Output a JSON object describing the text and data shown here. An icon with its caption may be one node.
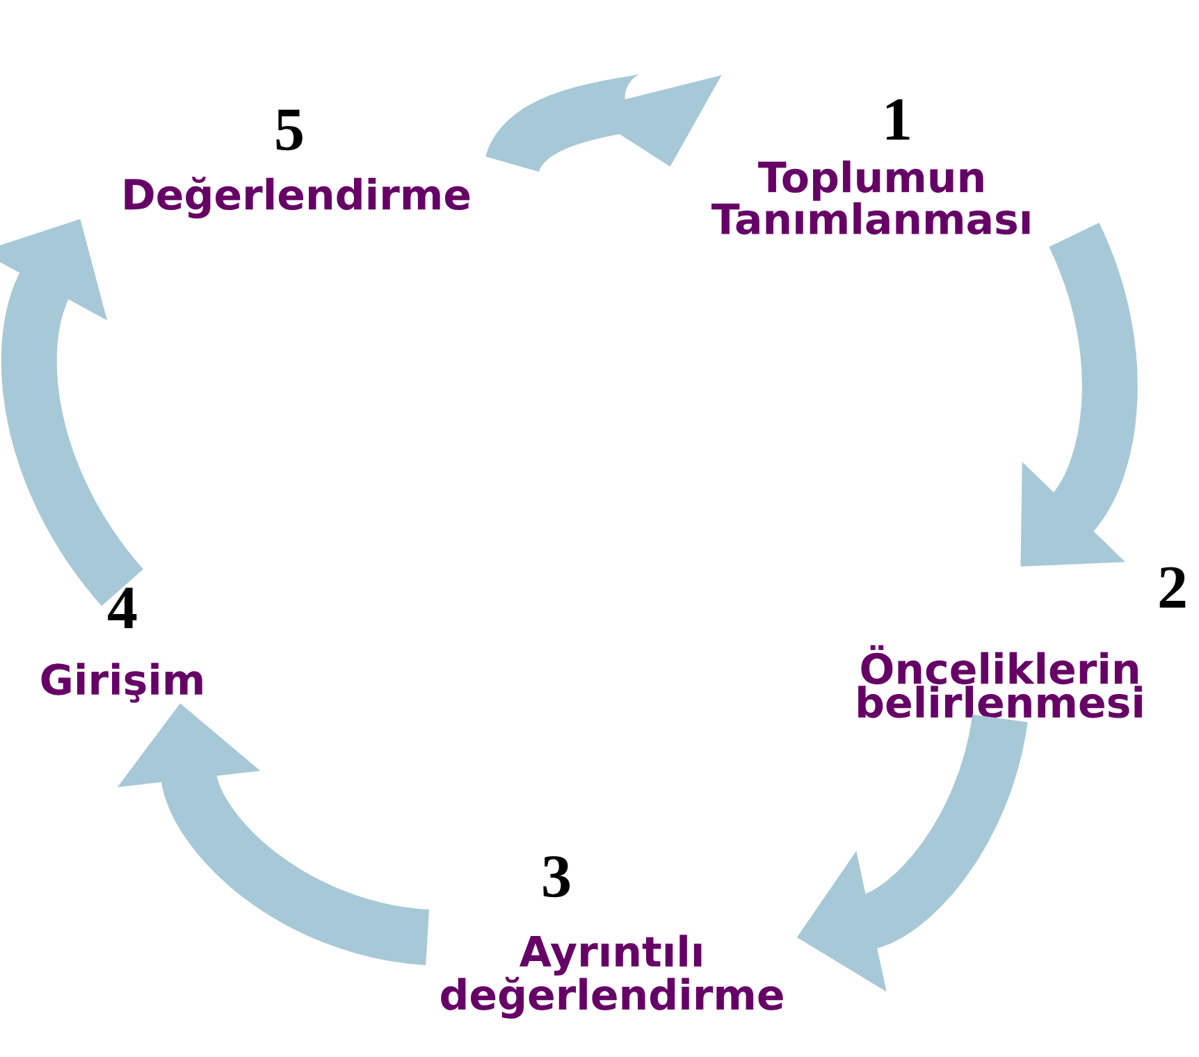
{
  "diagram": {
    "nodes": [
      {
        "text": [
          "1",
          "Toplumun Tanımlanması"
        ]
      },
      {
        "text": [
          "2",
          "Önceliklerin belirlenmesi"
        ]
      },
      {
        "text": [
          "3",
          "Ayrıntılı değerlendirme"
        ]
      },
      {
        "text": [
          "4",
          "Girişim"
        ]
      },
      {
        "text": [
          "5",
          "Değerlendirme"
        ]
      }
    ],
    "edges": [
      {
        "from": 4,
        "to": 0,
        "arrow": "to"
      },
      {
        "from": 0,
        "to": 1,
        "arrow": "to"
      },
      {
        "from": 1,
        "to": 2,
        "arrow": "to"
      },
      {
        "from": 2,
        "to": 3,
        "arrow": "to"
      },
      {
        "from": 3,
        "to": 4,
        "arrow": "to"
      }
    ]
  }
}
